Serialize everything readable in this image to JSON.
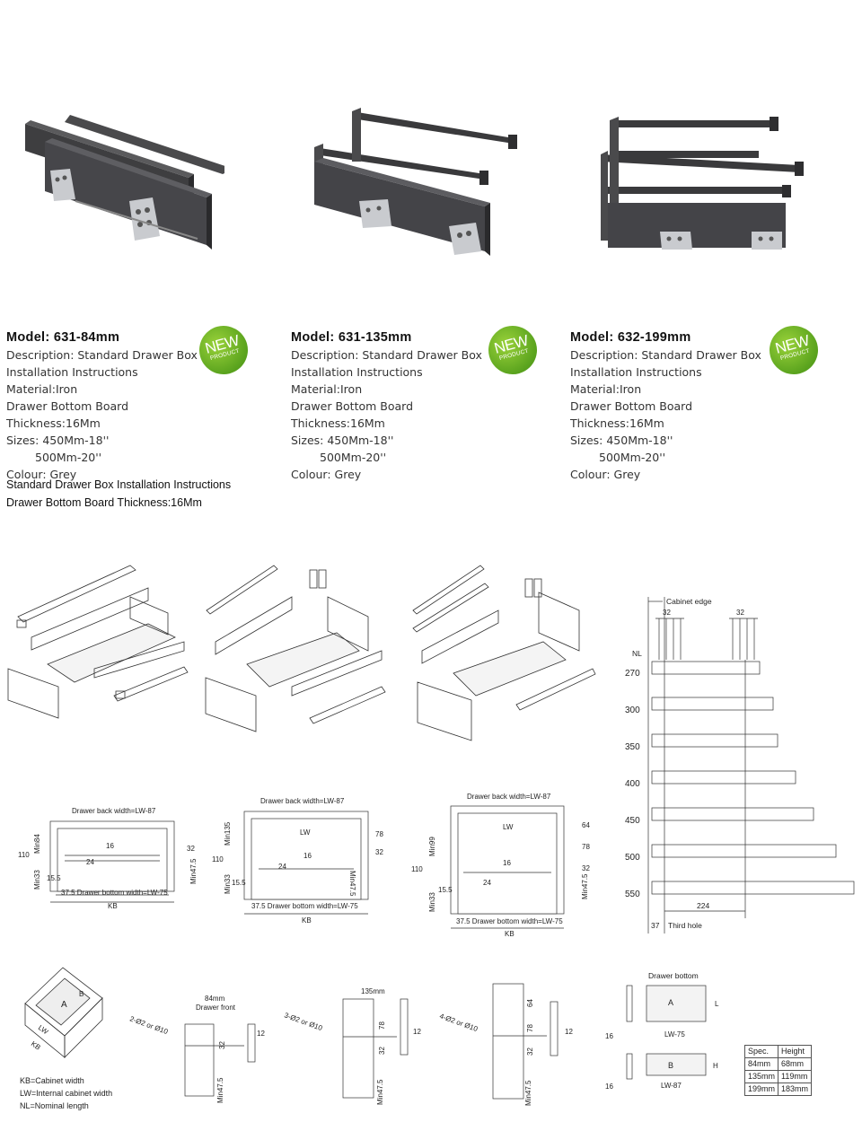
{
  "products": [
    {
      "model": "Model: 631-84mm",
      "description": "Description: Standard Drawer Box",
      "instructions": "Installation Instructions",
      "material": "Material:Iron",
      "thickness": "Drawer Bottom Board Thickness:16Mm",
      "sizes1": "Sizes: 450Mm-18''",
      "sizes2": "500Mm-20''",
      "colour": "Colour: Grey",
      "badge_main": "NEW",
      "badge_sub": "PRODUCT"
    },
    {
      "model": "Model: 631-135mm",
      "description": "Description: Standard Drawer Box",
      "instructions": "Installation Instructions",
      "material": "Material:Iron",
      "thickness": "Drawer Bottom Board Thickness:16Mm",
      "sizes1": "Sizes: 450Mm-18''",
      "sizes2": "500Mm-20''",
      "colour": "Colour: Grey",
      "badge_main": "NEW",
      "badge_sub": "PRODUCT"
    },
    {
      "model": "Model: 632-199mm",
      "description": "Description: Standard Drawer Box",
      "instructions": "Installation Instructions",
      "material": "Material:Iron",
      "thickness": "Drawer Bottom Board Thickness:16Mm",
      "sizes1": "Sizes: 450Mm-18''",
      "sizes2": "500Mm-20''",
      "colour": "Colour: Grey",
      "badge_main": "NEW",
      "badge_sub": "PRODUCT"
    }
  ],
  "install": {
    "line1": "Standard Drawer Box Installation Instructions",
    "line2": "Drawer Bottom Board Thickness:16Mm"
  },
  "sections": [
    {
      "back_width": "Drawer back width=LW-87",
      "bottom_width": "37.5 Drawer bottom width=LW-75",
      "kb": "KB",
      "d110": "110",
      "min_a": "Min84",
      "min33": "Min33",
      "d155": "15.5",
      "d24": "24",
      "d16": "16",
      "d32": "32",
      "min475": "Min47.5"
    },
    {
      "back_width": "Drawer back width=LW-87",
      "bottom_width": "37.5 Drawer bottom width=LW-75",
      "kb": "KB",
      "lw": "LW",
      "d110": "110",
      "min_a": "Min135",
      "min33": "Min33",
      "d155": "15.5",
      "d24": "24",
      "d16": "16",
      "d32": "32",
      "d78": "78",
      "min475": "Min47.5"
    },
    {
      "back_width": "Drawer back width=LW-87",
      "bottom_width": "37.5 Drawer bottom width=LW-75",
      "kb": "KB",
      "lw": "LW",
      "d110": "110",
      "min_a": "Min99",
      "min33": "Min33",
      "d155": "15.5",
      "d24": "24",
      "d16": "16",
      "d32": "32",
      "d64": "64",
      "d78": "78",
      "min475": "Min47.5"
    }
  ],
  "nl_chart": {
    "cabinet_edge": "Cabinet edge",
    "nl_label": "NL",
    "d32a": "32",
    "d32b": "32",
    "rows": [
      "270",
      "300",
      "350",
      "400",
      "450",
      "500",
      "550"
    ],
    "d224": "224",
    "d37": "37",
    "third_hole": "Third hole"
  },
  "legend": {
    "kb": "KB=Cabinet width",
    "lw": "LW=Internal cabinet width",
    "nl": "NL=Nominal length"
  },
  "iso": {
    "a": "A",
    "b": "B",
    "lw": "LW",
    "kb": "KB"
  },
  "fronts": [
    {
      "title1": "84mm",
      "title2": "Drawer front",
      "holes": "2-Ø2 or Ø10",
      "d32": "32",
      "d12": "12",
      "min475": "Min47.5"
    },
    {
      "title1": "135mm",
      "holes": "3-Ø2 or Ø10",
      "d78": "78",
      "d32": "32",
      "d12": "12",
      "min475": "Min47.5"
    },
    {
      "holes": "4-Ø2 or Ø10",
      "d64": "64",
      "d78": "78",
      "d32": "32",
      "d12": "12",
      "min475": "Min47.5"
    }
  ],
  "bottom_boards": {
    "title": "Drawer bottom",
    "a": "A",
    "a_width": "LW-75",
    "l": "L",
    "b": "B",
    "b_width": "LW-87",
    "h": "H",
    "d16a": "16",
    "d16b": "16"
  },
  "spec_table": {
    "headers": [
      "Spec.",
      "Height"
    ],
    "rows": [
      [
        "84mm",
        "68mm"
      ],
      [
        "135mm",
        "119mm"
      ],
      [
        "199mm",
        "183mm"
      ]
    ]
  }
}
